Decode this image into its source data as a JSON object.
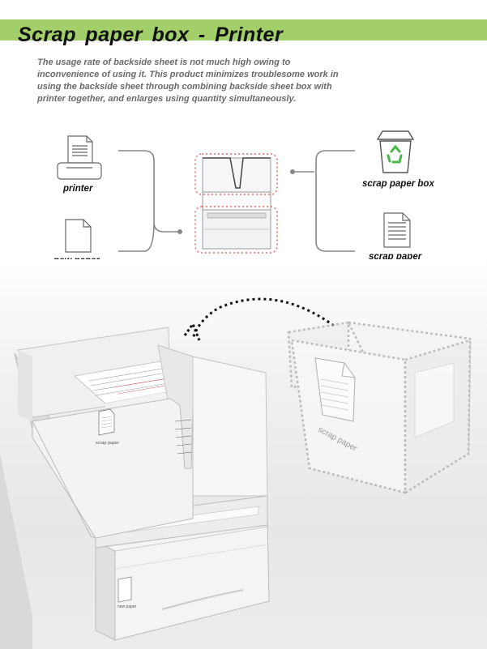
{
  "title": "Scrap  paper  box - Printer",
  "description": "The usage rate of backside sheet is not much high owing to inconvenience of using it. This product minimizes troublesome work in using the backside sheet through combining backside sheet box with printer together, and enlarges using quantity simultaneously.",
  "diagram": {
    "left_items": [
      {
        "label": "printer",
        "icon": "printer-icon"
      },
      {
        "label": "new paper",
        "icon": "paper-icon"
      }
    ],
    "right_items": [
      {
        "label": "scrap paper box",
        "icon": "recycle-bin-icon"
      },
      {
        "label": "scrap paper",
        "icon": "lined-paper-icon"
      }
    ]
  },
  "render": {
    "box_label": "scrap paper",
    "tray_label": "new paper",
    "ghost_box_label": "scrap paper"
  },
  "colors": {
    "title_bar": "#a2cf6a",
    "dotted_outline": "#e08080",
    "recycle_symbol": "#4bb84b"
  }
}
